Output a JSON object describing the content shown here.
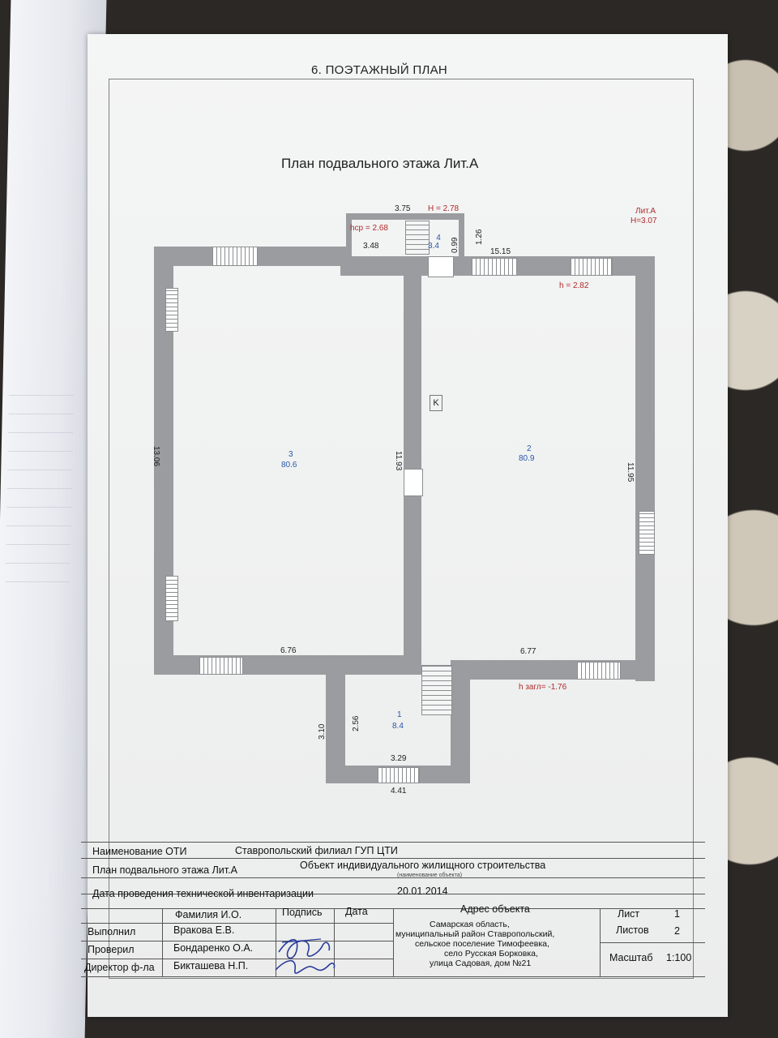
{
  "page": {
    "heading": "6. ПОЭТАЖНЫЙ ПЛАН",
    "plan_title": "План подвального этажа Лит.А"
  },
  "plan": {
    "dims": {
      "top_stair_width": "3.75",
      "top_stair_H": "H = 2.78",
      "hsr": "hср = 2.68",
      "left_top": "3.48",
      "d099": "0.99",
      "d126": "1.26",
      "right_top": "15.15",
      "lit": "Лит.А",
      "lit_H": "H=3.07",
      "h_right": "h = 2.82",
      "left_side": "13.06",
      "middle_wall": "11.93",
      "right_side": "11.95",
      "bottom_left": "6.76",
      "bottom_right": "6.77",
      "h_zagl": "h загл= -1.76",
      "vest_outer_h": "3.10",
      "vest_inner_h": "2.56",
      "vest_inner_w": "3.29",
      "vest_outer_w": "4.41",
      "k_mark": "K"
    },
    "rooms": [
      {
        "num": "4",
        "area": "3.4"
      },
      {
        "num": "3",
        "area": "80.6"
      },
      {
        "num": "2",
        "area": "80.9"
      },
      {
        "num": "1",
        "area": "8.4"
      }
    ]
  },
  "title_block": {
    "oti_label": "Наименование ОТИ",
    "oti_value": "Ставропольский филиал ГУП ЦТИ",
    "plan_label": "План подвального этажа Лит.А",
    "object_value": "Объект индивидуального жилищного строительства",
    "object_caption": "(наименование объекта)",
    "inv_date_label": "Дата проведения технической инвентаризации",
    "inv_date_value": "20.01.2014",
    "col_name": "Фамилия И.О.",
    "col_sign": "Подпись",
    "col_date": "Дата",
    "address_header": "Адрес объекта",
    "address_lines": [
      "Самарская область,",
      "муниципальный  район Ставропольский,",
      "сельское поселение Тимофеевка,",
      "село Русская Борковка,",
      "улица Садовая, дом №21"
    ],
    "rows": [
      {
        "role": "Выполнил",
        "name": "Вракова Е.В."
      },
      {
        "role": "Проверил",
        "name": "Бондаренко О.А."
      },
      {
        "role": "Директор ф-ла",
        "name": "Бикташева Н.П."
      }
    ],
    "sheet_label": "Лист",
    "sheet_value": "1",
    "sheets_label": "Листов",
    "sheets_value": "2",
    "scale_label": "Масштаб",
    "scale_value": "1:100"
  }
}
